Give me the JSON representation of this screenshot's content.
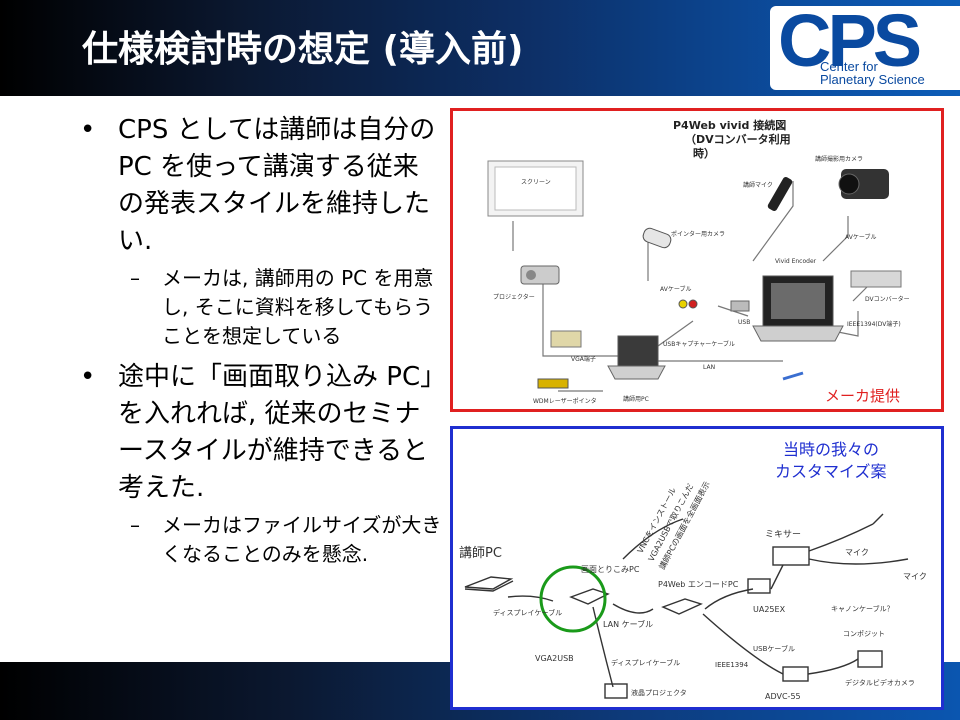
{
  "slide": {
    "title": "仕様検討時の想定 (導入前)",
    "logo": {
      "mark": "CPS",
      "sub1": "Center for",
      "sub2": "Planetary Science"
    },
    "bullets": [
      {
        "text": "CPS としては講師は自分の PC を使って講演する従来の発表スタイルを維持したい.",
        "sub": "メーカは, 講師用の PC を用意し, そこに資料を移してもらうことを想定している"
      },
      {
        "text": "途中に「画面取り込み PC」を入れれば, 従来のセミナースタイルが維持できると考えた.",
        "sub": "メーカはファイルサイズが大きくなることのみを懸念."
      }
    ]
  },
  "diagram1": {
    "title1": "P4Web vivid  接続図",
    "title2": "（DVコンバータ利用",
    "title3": "時）",
    "caption": "メーカ提供",
    "caption_color": "#e02020",
    "labels": {
      "screen": "スクリーン",
      "projector": "プロジェクター",
      "pointer_camera": "ポインター用カメラ",
      "mic": "講師マイク",
      "lecturer_camera": "講師撮影用カメラ",
      "av_cable_right": "AVケーブル",
      "vivid_encoder": "Vivid Encoder",
      "av_cable": "AVケーブル",
      "dv_converter": "DVコンバーター",
      "usb": "USB",
      "ieee": "IEEE1394(DV端子)",
      "usb_capture": "USBキャプチャーケーブル",
      "vga": "VGA端子",
      "lan": "LAN",
      "wdm_pointer": "WDMレーザーポインタ",
      "lecturer_pc": "講師用PC"
    }
  },
  "diagram2": {
    "caption1": "当時の我々の",
    "caption2": "カスタマイズ案",
    "caption_color": "#1f2fd0",
    "labels": {
      "lecturer_pc": "講師PC",
      "display_cable": "ディスプレイケーブル",
      "vga2usb": "VGA2USB",
      "capture_pc": "画面とりこみPC",
      "lan_cable": "LAN ケーブル",
      "p4web_pc": "P4Web エンコードPC",
      "vnc1": "VNCをインストール",
      "vnc2": "VGA2USBで取りこんだ",
      "vnc3": "講師PCの画面を全画面表示",
      "mixer": "ミキサー",
      "mic1": "マイク",
      "mic2": "マイク",
      "ua25ex": "UA25EX",
      "cannon_cable": "キャノンケーブル？",
      "component": "コンポジット",
      "usb_cable": "USBケーブル",
      "ieee1394": "IEEE1394",
      "advc": "ADVC-55",
      "video_camera": "デジタルビデオカメラ",
      "display_cable2": "ディスプレイケーブル",
      "projector": "液晶プロジェクタ"
    }
  }
}
